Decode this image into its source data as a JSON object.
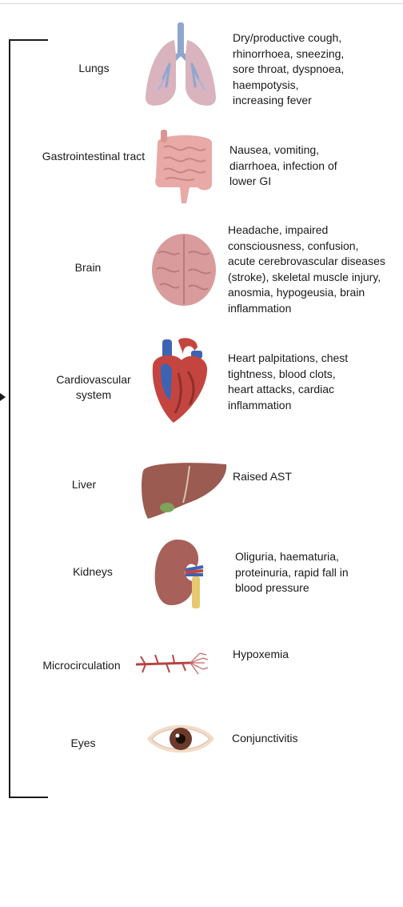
{
  "organs": [
    {
      "name": "Lungs",
      "symptoms": [
        "Dry/productive cough,",
        "rhinorrhoea, sneezing,",
        "sore throat, dyspnoea,",
        "haempotysis,",
        "increasing fever"
      ],
      "icon": "lungs-icon"
    },
    {
      "name": "Gastrointestinal tract",
      "symptoms": [
        "Nausea, vomiting,",
        "diarrhoea, infection of",
        "lower GI"
      ],
      "icon": "intestine-icon"
    },
    {
      "name": "Brain",
      "symptoms": [
        "Headache, impaired",
        "consciousness, confusion,",
        "acute cerebrovascular diseases",
        "(stroke), skeletal muscle injury,",
        "anosmia, hypogeusia, brain",
        "inflammation"
      ],
      "icon": "brain-icon"
    },
    {
      "name": "Cardiovascular system",
      "symptoms": [
        "Heart palpitations, chest",
        "tightness, blood clots,",
        "heart attacks, cardiac",
        "inflammation"
      ],
      "icon": "heart-icon"
    },
    {
      "name": "Liver",
      "symptoms": [
        "Raised AST"
      ],
      "icon": "liver-icon"
    },
    {
      "name": "Kidneys",
      "symptoms": [
        "Oliguria, haematuria,",
        "proteinuria, rapid fall in",
        "blood pressure"
      ],
      "icon": "kidney-icon"
    },
    {
      "name": "Microcirculation",
      "symptoms": [
        "Hypoxemia"
      ],
      "icon": "blood-vessel-icon"
    },
    {
      "name": "Eyes",
      "symptoms": [
        "Conjunctivitis"
      ],
      "icon": "eye-icon"
    }
  ],
  "colors": {
    "line": "#1a1a1a",
    "lung": "#d9b3bd",
    "trachea": "#8fa6cf",
    "intestine": "#e8a9a7",
    "brain": "#d99b9b",
    "heart_red": "#c4453f",
    "heart_blue": "#3d63b3",
    "liver": "#9b5b50",
    "kidney": "#a8605a",
    "vessel": "#b84444",
    "eye_iris": "#6b3a2a"
  }
}
